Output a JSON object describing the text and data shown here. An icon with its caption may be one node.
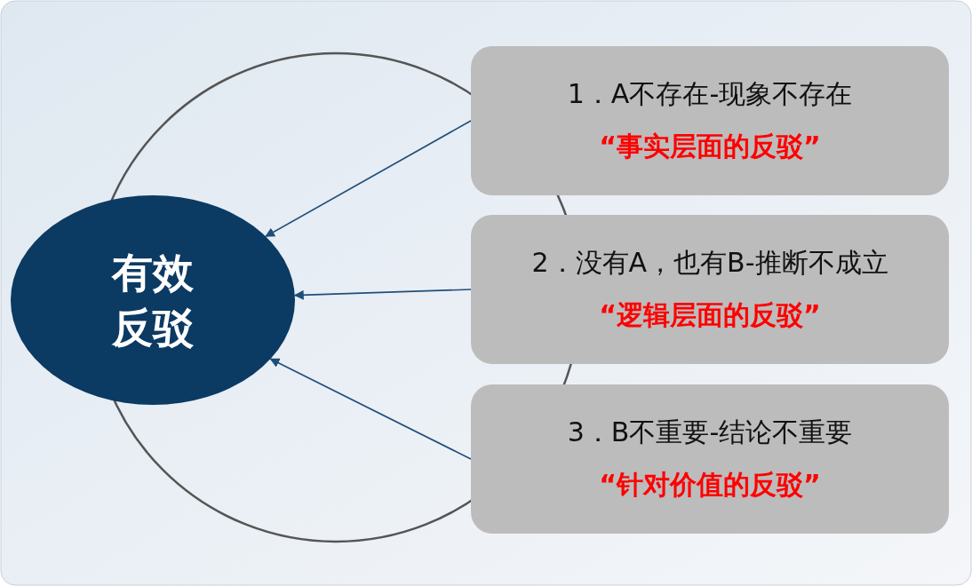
{
  "diagram": {
    "nodes": [
      {
        "text": [
          "有效反驳"
        ]
      },
      {
        "text": [
          "1．A不存在-现象不存在",
          "“事实层面的反驳”"
        ]
      },
      {
        "text": [
          "2．没有A，也有B-推断不成立",
          "“逻辑层面的反驳”"
        ]
      },
      {
        "text": [
          "3．B不重要-结论不重要",
          "“针对价值的反驳”"
        ]
      }
    ],
    "edges": [
      {
        "from": 1,
        "to": 0,
        "arrow": "to"
      },
      {
        "from": 2,
        "to": 0,
        "arrow": "to"
      },
      {
        "from": 3,
        "to": 0,
        "arrow": "to"
      }
    ]
  }
}
